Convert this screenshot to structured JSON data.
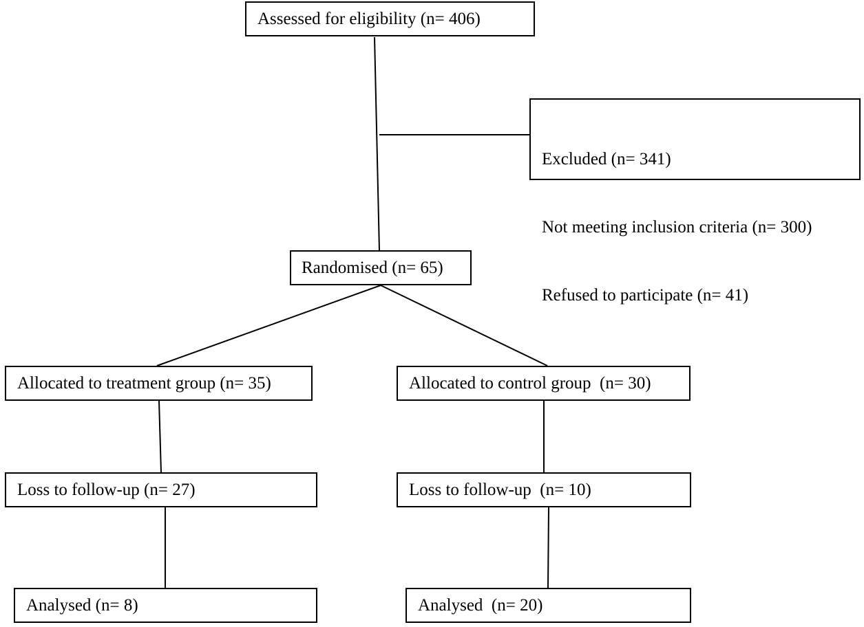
{
  "flowchart": {
    "assessed": "Assessed for eligibility (n= 406)",
    "excluded": {
      "title": "Excluded (n= 341)",
      "reasons": [
        "Not meeting inclusion criteria (n= 300)",
        "Refused to participate (n= 41)"
      ]
    },
    "randomised": "Randomised (n= 65)",
    "treatment": {
      "allocated": "Allocated to treatment group (n= 35)",
      "loss": "Loss to follow-up (n= 27)",
      "analysed": "Analysed (n= 8)"
    },
    "control": {
      "allocated": "Allocated to control group  (n= 30)",
      "loss": "Loss to follow-up  (n= 10)",
      "analysed": "Analysed  (n= 20)"
    }
  }
}
